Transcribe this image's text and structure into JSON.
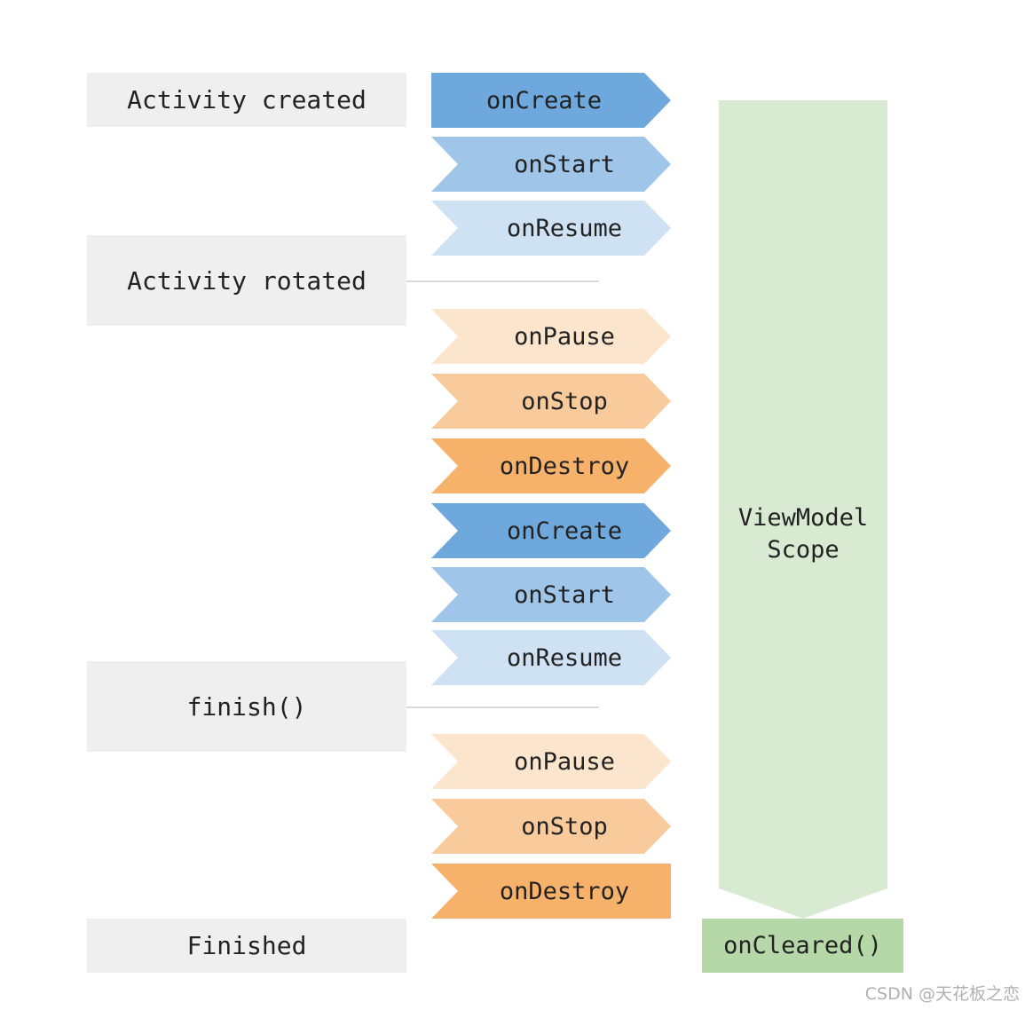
{
  "states": {
    "created": "Activity created",
    "rotated": "Activity rotated",
    "finish": "finish()",
    "finished": "Finished"
  },
  "callbacks": [
    {
      "label": "onCreate",
      "color": "#6fa8dc"
    },
    {
      "label": "onStart",
      "color": "#9fc5e8"
    },
    {
      "label": "onResume",
      "color": "#cfe2f3"
    },
    {
      "label": "onPause",
      "color": "#fce5cd"
    },
    {
      "label": "onStop",
      "color": "#f9cb9c"
    },
    {
      "label": "onDestroy",
      "color": "#f6b26b"
    },
    {
      "label": "onCreate",
      "color": "#6fa8dc"
    },
    {
      "label": "onStart",
      "color": "#9fc5e8"
    },
    {
      "label": "onResume",
      "color": "#cfe2f3"
    },
    {
      "label": "onPause",
      "color": "#fce5cd"
    },
    {
      "label": "onStop",
      "color": "#f9cb9c"
    },
    {
      "label": "onDestroy",
      "color": "#f6b26b"
    }
  ],
  "scope": {
    "line1": "ViewModel",
    "line2": "Scope",
    "color": "#d9ead3"
  },
  "cleared": {
    "label": "onCleared()",
    "color": "#b6d7a8"
  },
  "watermark": "CSDN @天花板之恋"
}
